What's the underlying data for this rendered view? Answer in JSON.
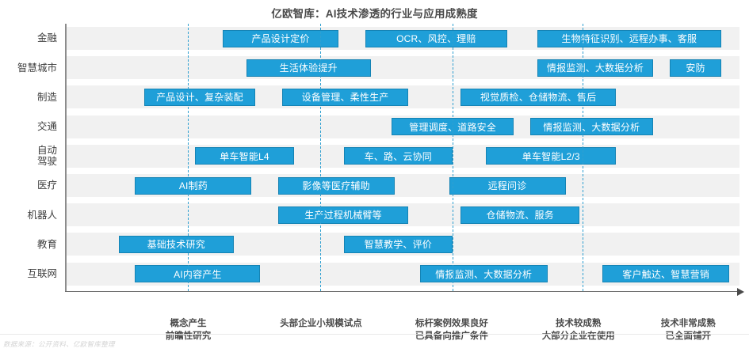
{
  "chart_data": {
    "type": "bar",
    "title": "亿欧智库：AI技术渗透的行业与应用成熟度",
    "xlabel": "",
    "ylabel": "",
    "grid": true,
    "legend_position": "none",
    "accent_color": "#1f9fd8",
    "band_color": "#f1f1f1",
    "gridline_color": "#2f9fd0",
    "maturity_stages": [
      "概念产生\n前瞻性研究",
      "头部企业小规模试点",
      "标杆案例效果良好\n已具备向推广条件",
      "技术较成熟\n大部分企业在使用",
      "技术非常成熟\n已全面铺开"
    ],
    "stage_centers_pct": [
      18.3,
      38.0,
      57.4,
      76.2,
      92.5
    ],
    "gridlines_pct": [
      18.2,
      37.9,
      57.5,
      76.8
    ],
    "categories": [
      "金融",
      "智慧城市",
      "制造",
      "交通",
      "自动\n驾驶",
      "医疗",
      "机器人",
      "教育",
      "互联网"
    ],
    "rows": [
      {
        "category": "金融",
        "items": [
          {
            "label": "产品设计定价",
            "start_pct": 23.4,
            "end_pct": 40.6
          },
          {
            "label": "OCR、风控、理赔",
            "start_pct": 44.6,
            "end_pct": 65.6
          },
          {
            "label": "生物特征识别、远程办事、客服",
            "start_pct": 70.1,
            "end_pct": 97.4
          }
        ]
      },
      {
        "category": "智慧城市",
        "items": [
          {
            "label": "生活体验提升",
            "start_pct": 26.9,
            "end_pct": 45.4
          },
          {
            "label": "情报监测、大数据分析",
            "start_pct": 70.1,
            "end_pct": 87.3
          },
          {
            "label": "安防",
            "start_pct": 89.8,
            "end_pct": 97.4
          }
        ]
      },
      {
        "category": "制造",
        "items": [
          {
            "label": "产品设计、复杂装配",
            "start_pct": 11.8,
            "end_pct": 28.2
          },
          {
            "label": "设备管理、柔性生产",
            "start_pct": 32.2,
            "end_pct": 51.0
          },
          {
            "label": "视觉质检、仓储物流、售后",
            "start_pct": 58.7,
            "end_pct": 81.8
          }
        ]
      },
      {
        "category": "交通",
        "items": [
          {
            "label": "管理调度、道路安全",
            "start_pct": 48.5,
            "end_pct": 66.6
          },
          {
            "label": "情报监测、大数据分析",
            "start_pct": 69.0,
            "end_pct": 87.3
          }
        ]
      },
      {
        "category": "自动\n驾驶",
        "items": [
          {
            "label": "单车智能L4",
            "start_pct": 19.3,
            "end_pct": 34.0
          },
          {
            "label": "车、路、云协同",
            "start_pct": 41.4,
            "end_pct": 57.5
          },
          {
            "label": "单车智能L2/3",
            "start_pct": 62.5,
            "end_pct": 81.8
          }
        ]
      },
      {
        "category": "医疗",
        "items": [
          {
            "label": "AI制药",
            "start_pct": 10.4,
            "end_pct": 27.7
          },
          {
            "label": "影像等医疗辅助",
            "start_pct": 31.6,
            "end_pct": 48.9
          },
          {
            "label": "远程问诊",
            "start_pct": 57.0,
            "end_pct": 74.3
          }
        ]
      },
      {
        "category": "机器人",
        "items": [
          {
            "label": "生产过程机械臂等",
            "start_pct": 31.6,
            "end_pct": 51.0
          },
          {
            "label": "仓储物流、服务",
            "start_pct": 58.7,
            "end_pct": 76.4
          }
        ]
      },
      {
        "category": "教育",
        "items": [
          {
            "label": "基础技术研究",
            "start_pct": 8.0,
            "end_pct": 25.0
          },
          {
            "label": "智慧教学、评价",
            "start_pct": 41.4,
            "end_pct": 57.5
          }
        ]
      },
      {
        "category": "互联网",
        "items": [
          {
            "label": "AI内容产生",
            "start_pct": 10.4,
            "end_pct": 29.0
          },
          {
            "label": "情报监测、大数据分析",
            "start_pct": 52.7,
            "end_pct": 71.6
          },
          {
            "label": "客户触达、智慧营销",
            "start_pct": 79.8,
            "end_pct": 98.6
          }
        ]
      }
    ]
  },
  "footer": {
    "source": "数据来源：公开资料、亿欧智库整理"
  }
}
